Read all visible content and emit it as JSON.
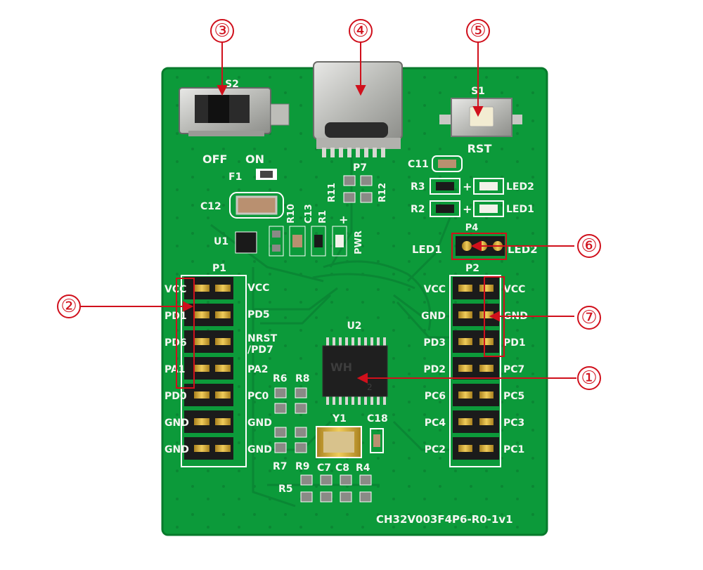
{
  "board": {
    "name": "CH32V003F4P6-R0-1v1",
    "colors": {
      "pcb": "#0c9a3a",
      "silk": "#f4f6f1",
      "annotation": "#d0101c"
    }
  },
  "components": {
    "s2": "S2",
    "off": "OFF",
    "on": "ON",
    "f1": "F1",
    "c12": "C12",
    "u1": "U1",
    "r10": "R10",
    "c13": "C13",
    "r1": "R1",
    "pwr": "PWR",
    "plus": "+",
    "p7": "P7",
    "r11": "R11",
    "r12": "R12",
    "s1": "S1",
    "rst": "RST",
    "c11": "C11",
    "r3": "R3",
    "r2": "R2",
    "led2": "LED2",
    "led1": "LED1",
    "p4": "P4",
    "led1b": "LED1",
    "led2b": "LED2",
    "u2": "U2",
    "y1": "Y1",
    "c18": "C18",
    "r6": "R6",
    "r8": "R8",
    "r7": "R7",
    "r9": "R9",
    "c7": "C7",
    "c8": "C8",
    "r4": "R4",
    "r5": "R5",
    "p1": "P1",
    "p2": "P2",
    "chip_text": [
      "WH",
      "2"
    ]
  },
  "headers": {
    "p1_outer": [
      "VCC",
      "PD1",
      "PD6",
      "PA1",
      "PD0",
      "GND",
      "GND"
    ],
    "p1_inner": [
      "VCC",
      "PD5",
      "NRST",
      "/PD7",
      "PA2",
      "PC0",
      "GND",
      "GND"
    ],
    "p2_inner": [
      "VCC",
      "GND",
      "PD3",
      "PD2",
      "PC6",
      "PC4",
      "PC2"
    ],
    "p2_outer": [
      "VCC",
      "GND",
      "PD1",
      "PC7",
      "PC5",
      "PC3",
      "PC1"
    ]
  },
  "callouts": [
    "①",
    "②",
    "③",
    "④",
    "⑤",
    "⑥",
    "⑦"
  ]
}
